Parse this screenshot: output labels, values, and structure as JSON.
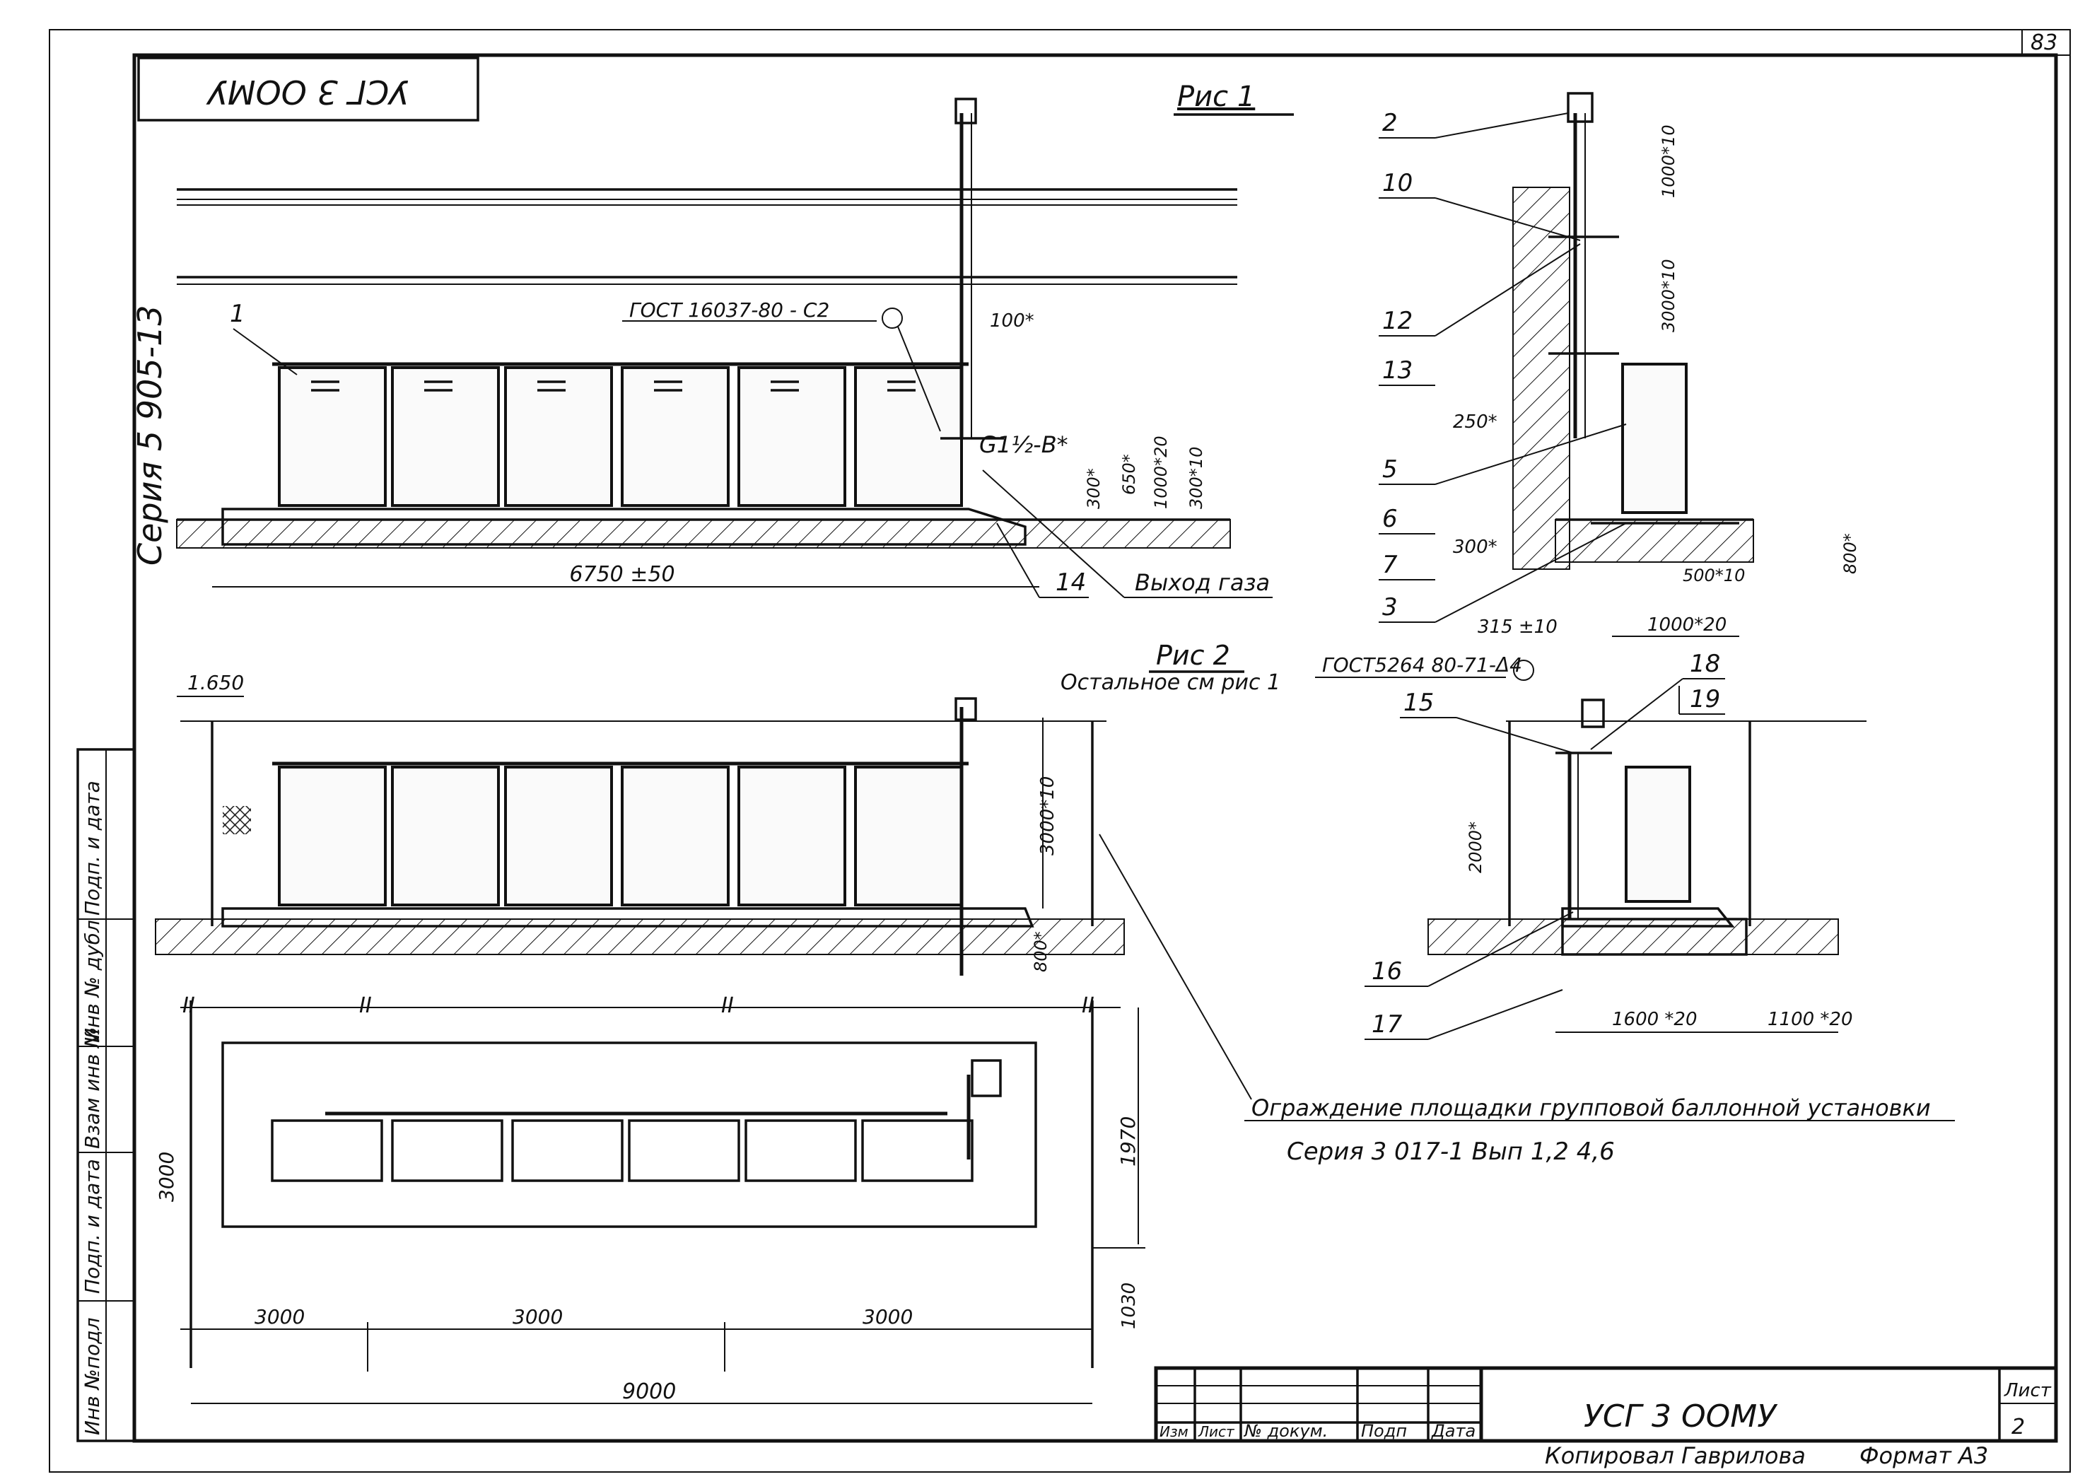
{
  "page_number": "83",
  "stamp_top": "УСГ 3 ООМУ",
  "series_side": "Серия 5 905-13",
  "figures": {
    "fig1": {
      "title": "Рис 1",
      "labels": {
        "gost_weld": "ГОСТ 16037-80 - С2",
        "thread": "G1½-В*",
        "gas_exit": "Выход газа",
        "pos1": "1",
        "pos14": "14"
      },
      "dims": {
        "length": "6750 ±50",
        "d100": "100*",
        "d650": "650*",
        "d300a": "300*",
        "d1000": "1000*20",
        "d300b": "300*10"
      }
    },
    "section": {
      "positions": [
        "2",
        "10",
        "12",
        "13",
        "5",
        "6",
        "7",
        "3"
      ],
      "dims": {
        "top": "1000*10",
        "mid": "3000*10",
        "d250": "250*",
        "d300": "300*",
        "d315": "315 ±10",
        "d1000": "1000*20",
        "d500": "500*10",
        "d800": "800*"
      }
    },
    "fig2": {
      "title": "Рис 2",
      "note": "Остальное см рис 1",
      "level": "1.650",
      "dims": {
        "height": "3000*10",
        "depth": "800*"
      }
    },
    "side2": {
      "gost": "ГОСТ5264 80-71-Δ4",
      "positions": [
        "15",
        "18",
        "19",
        "16",
        "17"
      ],
      "dims": {
        "h2000": "2000*",
        "w1600": "1600 *20",
        "w1100": "1100 *20"
      }
    },
    "plan": {
      "dims": {
        "height": "3000",
        "right": "1970",
        "small": "1030",
        "seg1": "3000",
        "seg2": "3000",
        "seg3": "3000",
        "total": "9000"
      },
      "axis_marks": [
        "II",
        "II",
        "II",
        "II"
      ]
    }
  },
  "fence_note": "Ограждение площадки групповой баллонной установки",
  "fence_series": "Серия 3 017-1 Вып 1,2 4,6",
  "side_stamp": [
    "Инв №подл",
    "Подп. и дата",
    "Взам инв №",
    "Инв № дубл",
    "Подп. и дата"
  ],
  "title_block": {
    "headers": [
      "Изм",
      "Лист",
      "№ докум.",
      "Подп",
      "Дата"
    ],
    "designation": "УСГ 3 ООМУ",
    "sheet_label": "Лист",
    "sheet_number": "2"
  },
  "footer": {
    "copied": "Копировал Гаврилова",
    "format": "Формат А3"
  }
}
